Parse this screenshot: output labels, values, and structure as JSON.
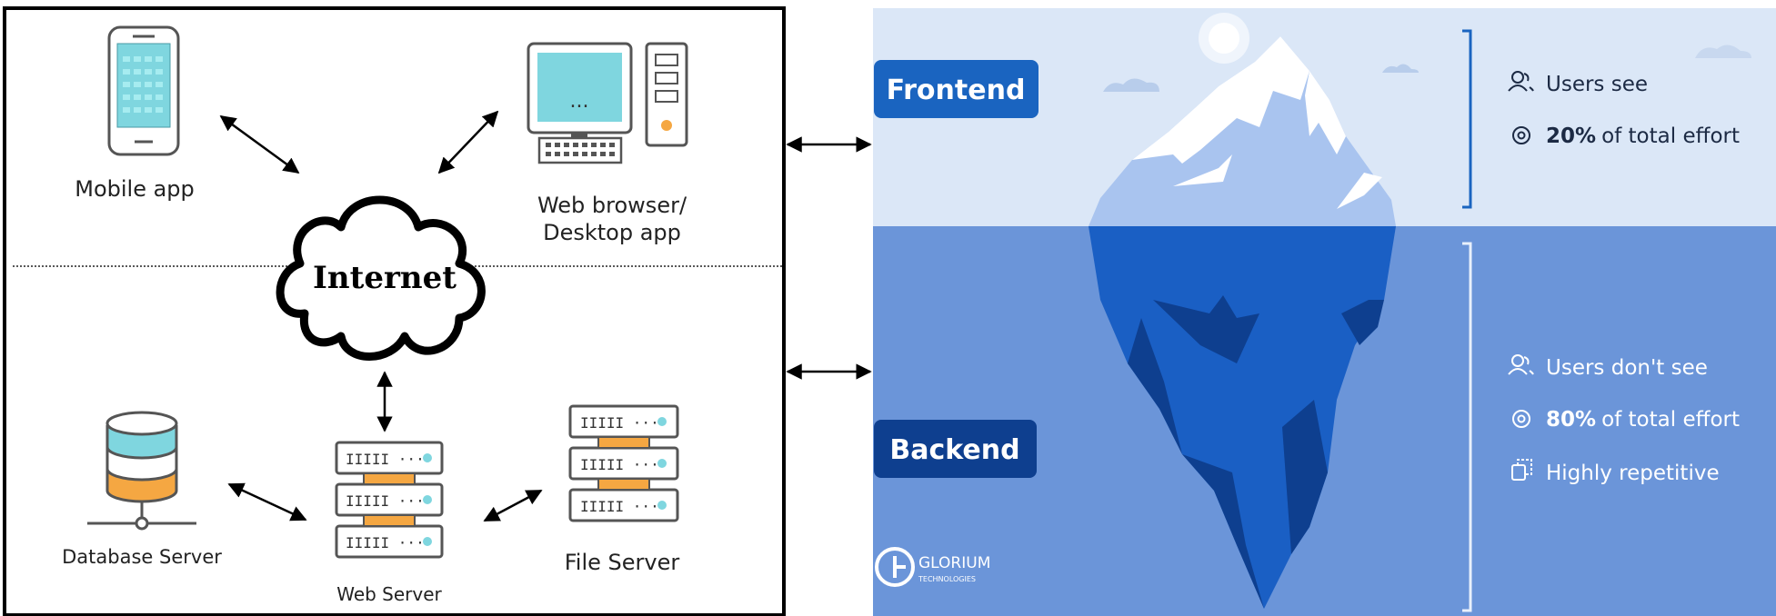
{
  "left_diagram": {
    "cloud_label": "Internet",
    "mobile_label": "Mobile app",
    "web_browser_label_line1": "Web browser/",
    "web_browser_label_line2": "Desktop app",
    "database_label": "Database Server",
    "web_server_label": "Web Server",
    "file_server_label": "File Server",
    "monitor_dots": "...",
    "server_glyph": "IIIII ···"
  },
  "iceberg": {
    "frontend_label": "Frontend",
    "backend_label": "Backend",
    "frontend_items": [
      {
        "icon": "users-icon",
        "bold": "",
        "text": "Users see"
      },
      {
        "icon": "gear-icon",
        "bold": "20%",
        "text": "of total effort"
      }
    ],
    "backend_items": [
      {
        "icon": "users-icon",
        "bold": "",
        "text": "Users don't see"
      },
      {
        "icon": "gear-icon",
        "bold": "80%",
        "text": "of total effort"
      },
      {
        "icon": "copy-icon",
        "bold": "",
        "text": "Highly repetitive"
      }
    ],
    "logo_name": "GLORIUM",
    "logo_sub": "TECHNOLOGIES",
    "colors": {
      "sky": "#dbe7f7",
      "water": "#6b95d9",
      "frontend_badge": "#1a64c0",
      "backend_badge": "#0e3f8f"
    }
  }
}
